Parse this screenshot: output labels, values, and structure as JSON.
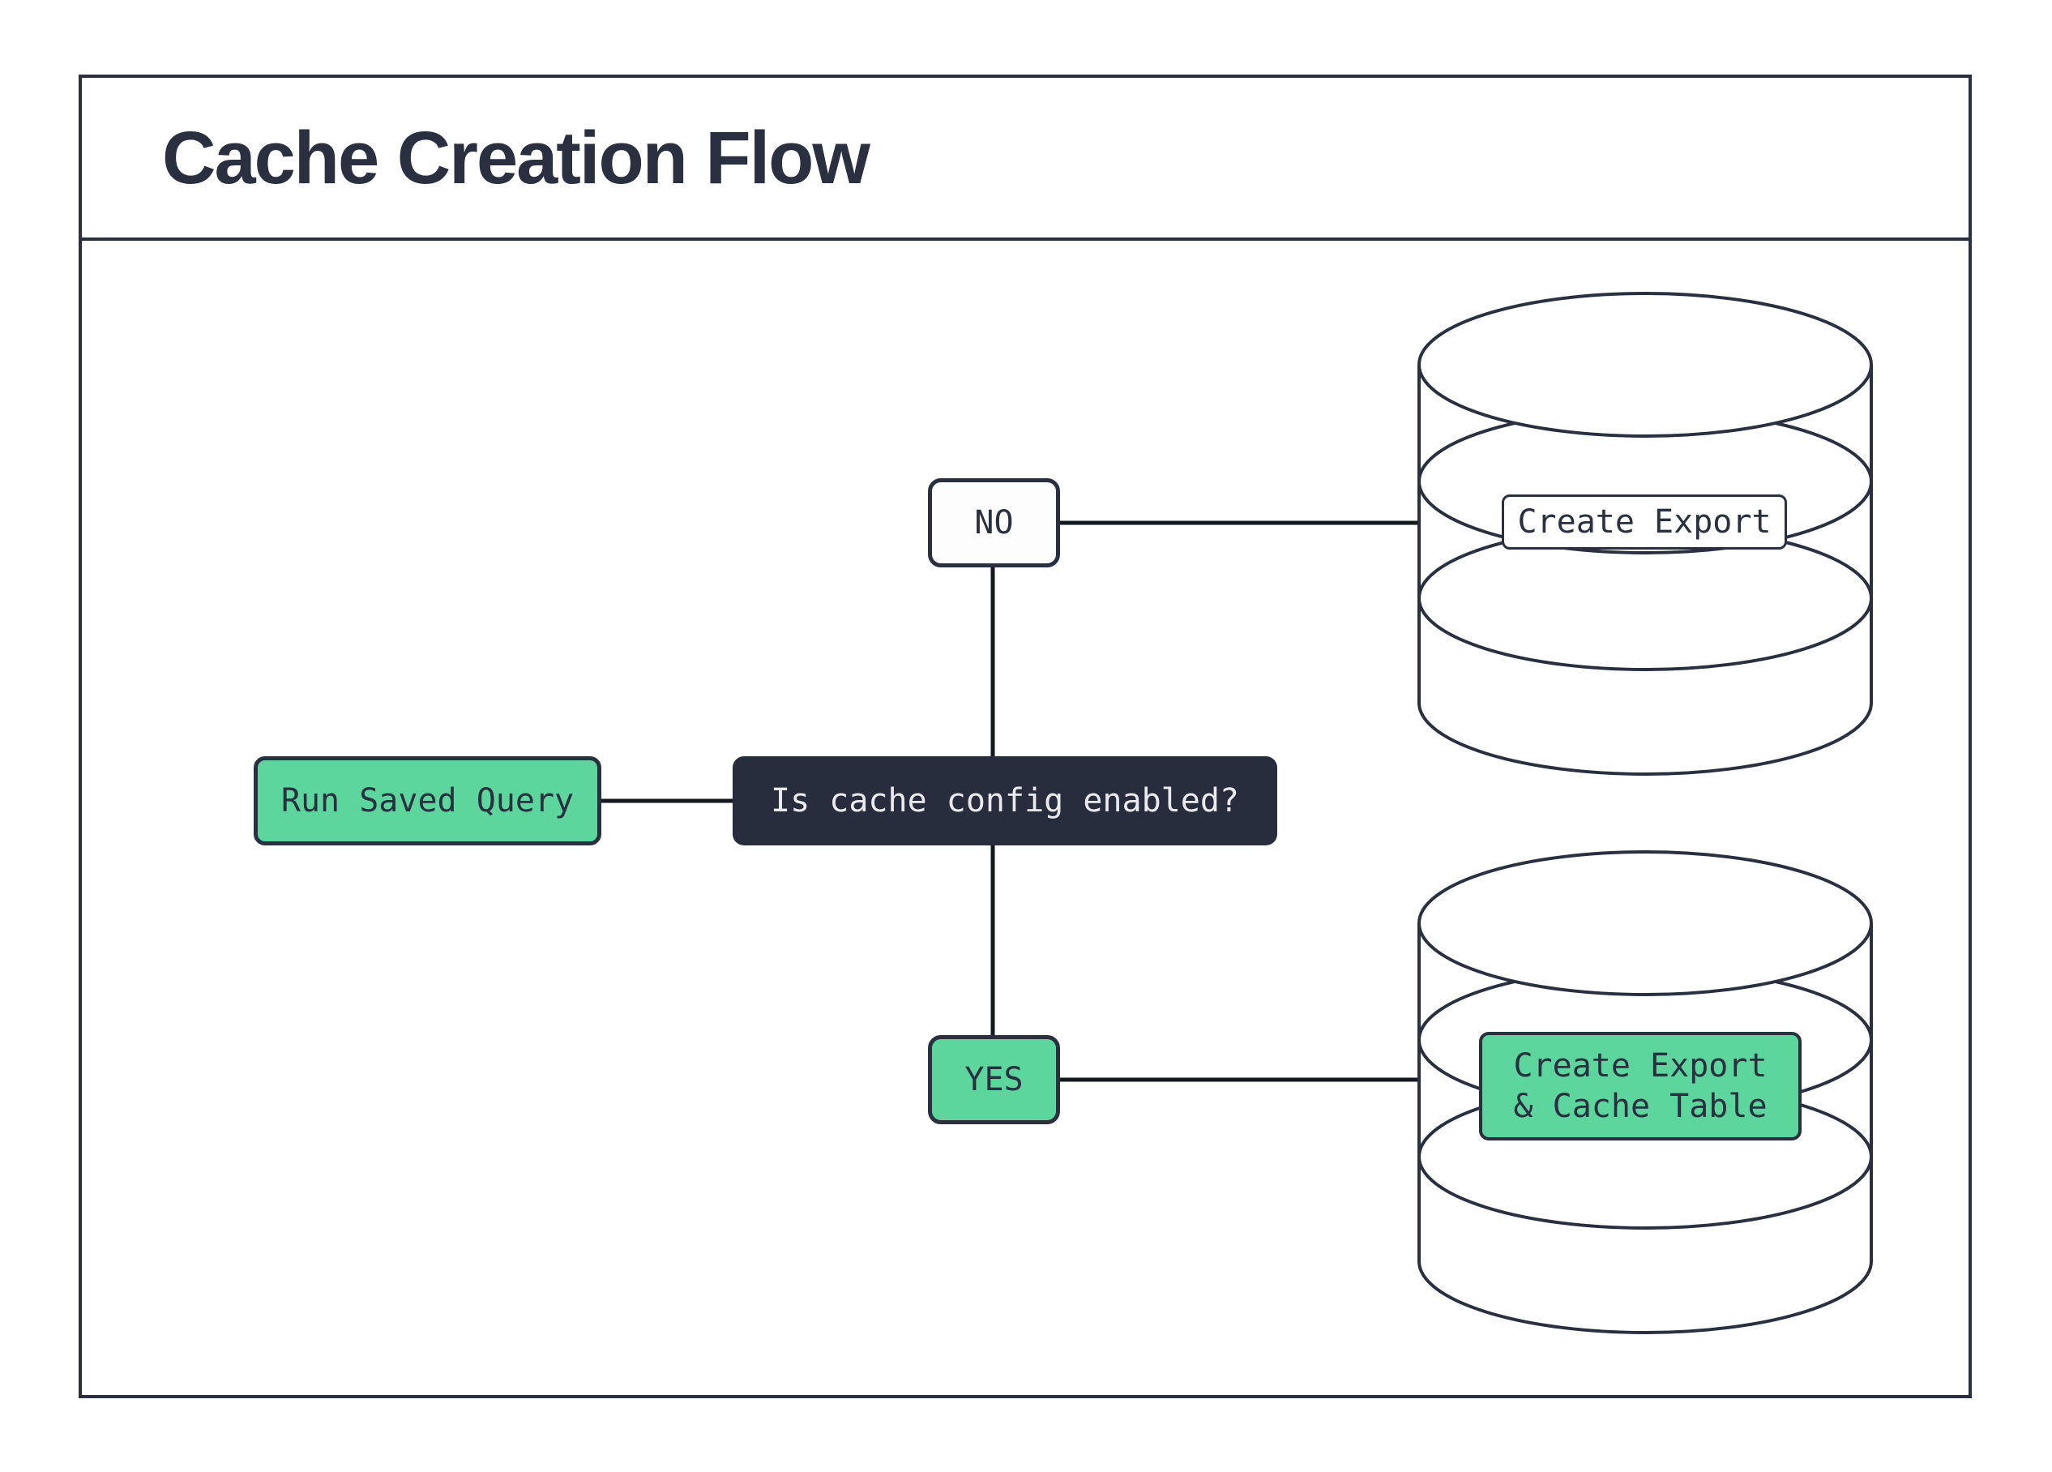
{
  "title": "Cache Creation Flow",
  "colors": {
    "ink": "#2a3040",
    "node_green": "#5cd69d",
    "decision_fill": "#272d3d",
    "decision_text": "#e9eaee",
    "connector": "#15181e"
  },
  "nodes": {
    "run_saved_query": {
      "label": "Run Saved Query"
    },
    "decision": {
      "label": "Is cache config enabled?"
    },
    "no_branch": {
      "label": "NO"
    },
    "yes_branch": {
      "label": "YES"
    },
    "create_export": {
      "label": "Create Export"
    },
    "create_export_cache": {
      "line1": "Create Export",
      "line2": "& Cache Table"
    }
  },
  "edges": [
    {
      "from": "run_saved_query",
      "to": "decision"
    },
    {
      "from": "decision",
      "to": "no_branch"
    },
    {
      "from": "decision",
      "to": "yes_branch"
    },
    {
      "from": "no_branch",
      "to": "create_export"
    },
    {
      "from": "yes_branch",
      "to": "create_export_cache"
    }
  ]
}
